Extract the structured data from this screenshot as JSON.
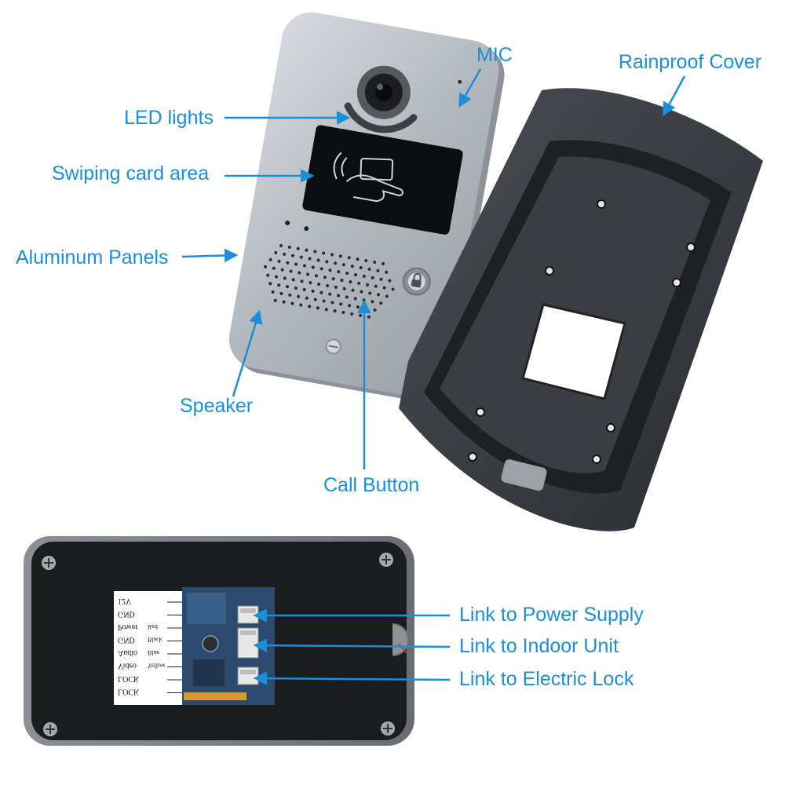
{
  "labels": {
    "mic": "MIC",
    "rainproof_cover": "Rainproof Cover",
    "led_lights": "LED lights",
    "swiping_card_area": "Swiping card area",
    "aluminum_panels": "Aluminum Panels",
    "speaker": "Speaker",
    "call_button": "Call Button",
    "link_power": "Link to Power Supply",
    "link_indoor": "Link to Indoor Unit",
    "link_lock": "Link to Electric Lock"
  },
  "terminal_sticker": {
    "rows": [
      "12V",
      "GND",
      "Power",
      "GND",
      "Audio",
      "Video",
      "LOCK",
      "LOCK"
    ],
    "wire_colors": [
      "",
      "",
      "Red",
      "Black",
      "Blue",
      "Yellow",
      "",
      ""
    ]
  },
  "colors": {
    "label": "#1a8fd8",
    "panel": "#b4b9bf",
    "cover": "#3a3d42",
    "back": "#1b1c1e"
  },
  "icons": [
    "card-swipe-icon",
    "lock-icon"
  ]
}
